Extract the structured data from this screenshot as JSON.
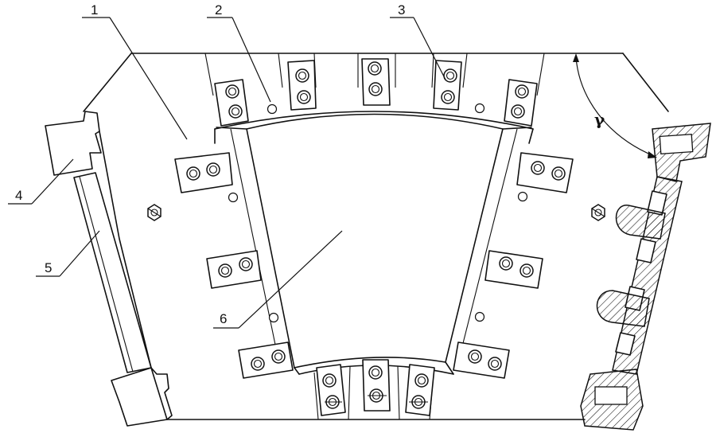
{
  "labels": {
    "l1": "1",
    "l2": "2",
    "l3": "3",
    "l4": "4",
    "l5": "5",
    "l6": "6"
  },
  "angle_symbol": "γ"
}
